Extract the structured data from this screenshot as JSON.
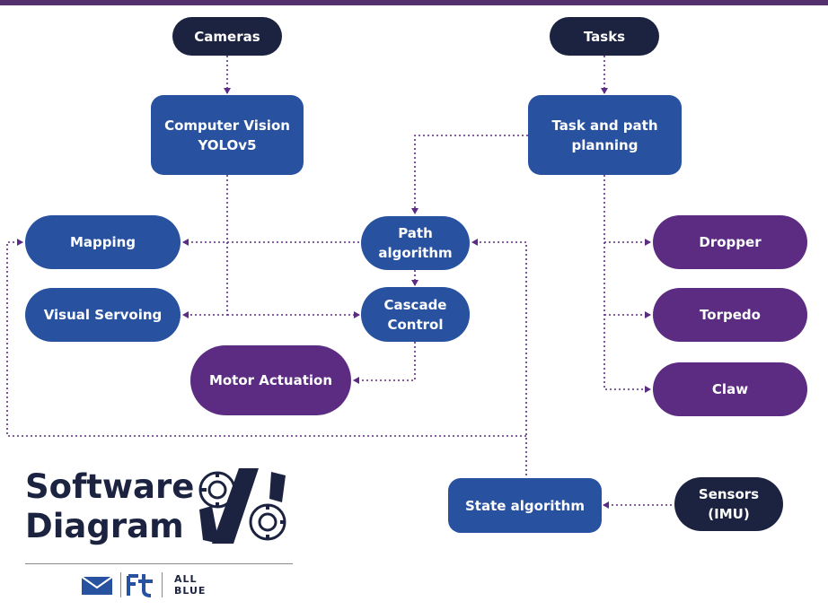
{
  "nodes": {
    "cameras": "Cameras",
    "tasks": "Tasks",
    "computer_vision_line1": "Computer Vision",
    "computer_vision_line2": "YOLOv5",
    "task_planning_line1": "Task and path",
    "task_planning_line2": "planning",
    "mapping": "Mapping",
    "visual_servoing": "Visual Servoing",
    "path_line1": "Path",
    "path_line2": "algorithm",
    "cascade_line1": "Cascade",
    "cascade_line2": "Control",
    "motor_actuation": "Motor Actuation",
    "dropper": "Dropper",
    "torpedo": "Torpedo",
    "claw": "Claw",
    "state_algorithm": "State algorithm",
    "sensors_line1": "Sensors",
    "sensors_line2": "(IMU)"
  },
  "title": {
    "line1": "Software",
    "line2": "Diagram"
  },
  "footer": {
    "allblue_line1": "ALL",
    "allblue_line2": "BLUE"
  },
  "colors": {
    "dark": "#1c2340",
    "blue": "#2852a0",
    "purple": "#5b2c82",
    "connector": "#5b2c82"
  }
}
